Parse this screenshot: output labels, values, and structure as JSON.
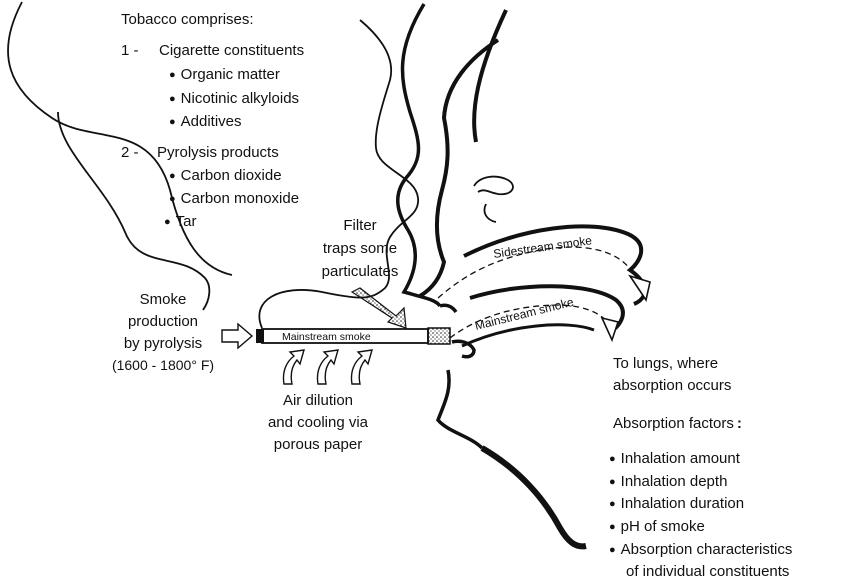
{
  "tobacco": {
    "heading": "Tobacco comprises:",
    "group1": {
      "number": "1 -",
      "label": "Cigarette constituents",
      "items": [
        "Organic matter",
        "Nicotinic alkyloids",
        "Additives"
      ]
    },
    "group2": {
      "number": "2 -",
      "label": "Pyrolysis products",
      "items": [
        "Carbon dioxide",
        "Carbon monoxide",
        "Tar"
      ]
    }
  },
  "filter": {
    "line1": "Filter",
    "line2": "traps some",
    "line3": "particulates"
  },
  "smoke_production": {
    "line1": "Smoke",
    "line2": "production",
    "line3": "by pyrolysis",
    "line4": "(1600 - 1800° F)"
  },
  "air_dilution": {
    "line1": "Air dilution",
    "line2": "and cooling via",
    "line3": "porous paper"
  },
  "cigarette_label": "Mainstream smoke",
  "sidestream_label": "Sidestream smoke",
  "mainstream_label": "Mainstream smoke",
  "lungs": {
    "line1": "To lungs, where",
    "line2": "absorption occurs"
  },
  "absorption": {
    "heading": "Absorption factors",
    "colon": ":",
    "items": [
      "Inhalation amount",
      "Inhalation depth",
      "Inhalation duration",
      "pH of smoke",
      "Absorption characteristics"
    ],
    "continuation": "of individual constituents"
  }
}
